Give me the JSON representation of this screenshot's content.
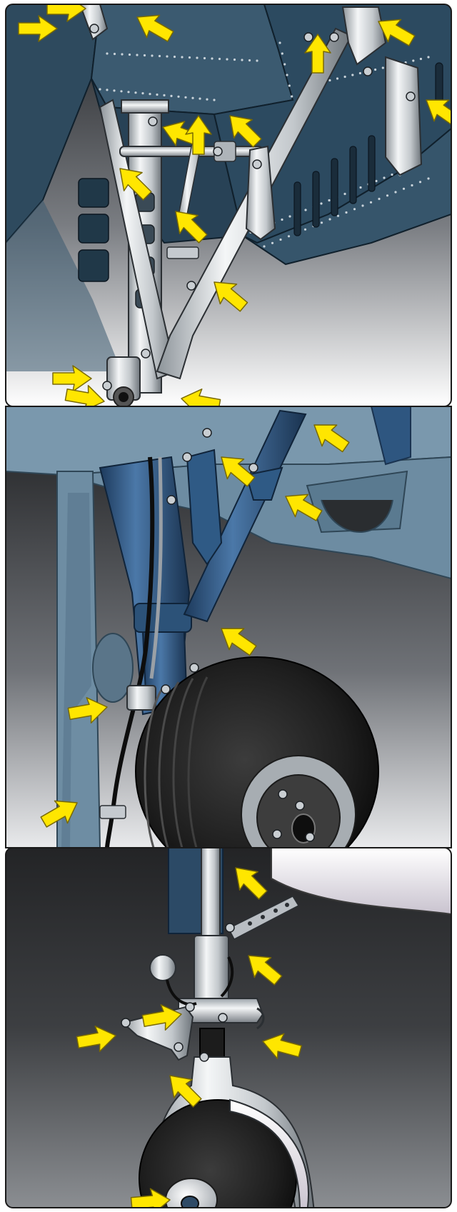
{
  "figure": {
    "panels": [
      {
        "id": "panel-main-gear-upper",
        "arrows": 16
      },
      {
        "id": "panel-main-gear-lower",
        "arrows": 7
      },
      {
        "id": "panel-nose-gear",
        "arrows": 7
      }
    ],
    "colors": {
      "frame": "#1a1a1a",
      "panel1_structure": "#2e4a5e",
      "panel2_structure": "#7a98ad",
      "panel2_strut": "#2e5680",
      "panel3_background": "#2a2a2a",
      "metal": "#d7dadd",
      "tire": "#1b1b1b",
      "arrow_fill": "#ffe600",
      "arrow_stroke": "#7a6a00"
    },
    "icons": {
      "pointer": "inspection-arrow-icon",
      "fastener": "bolt-icon"
    }
  }
}
